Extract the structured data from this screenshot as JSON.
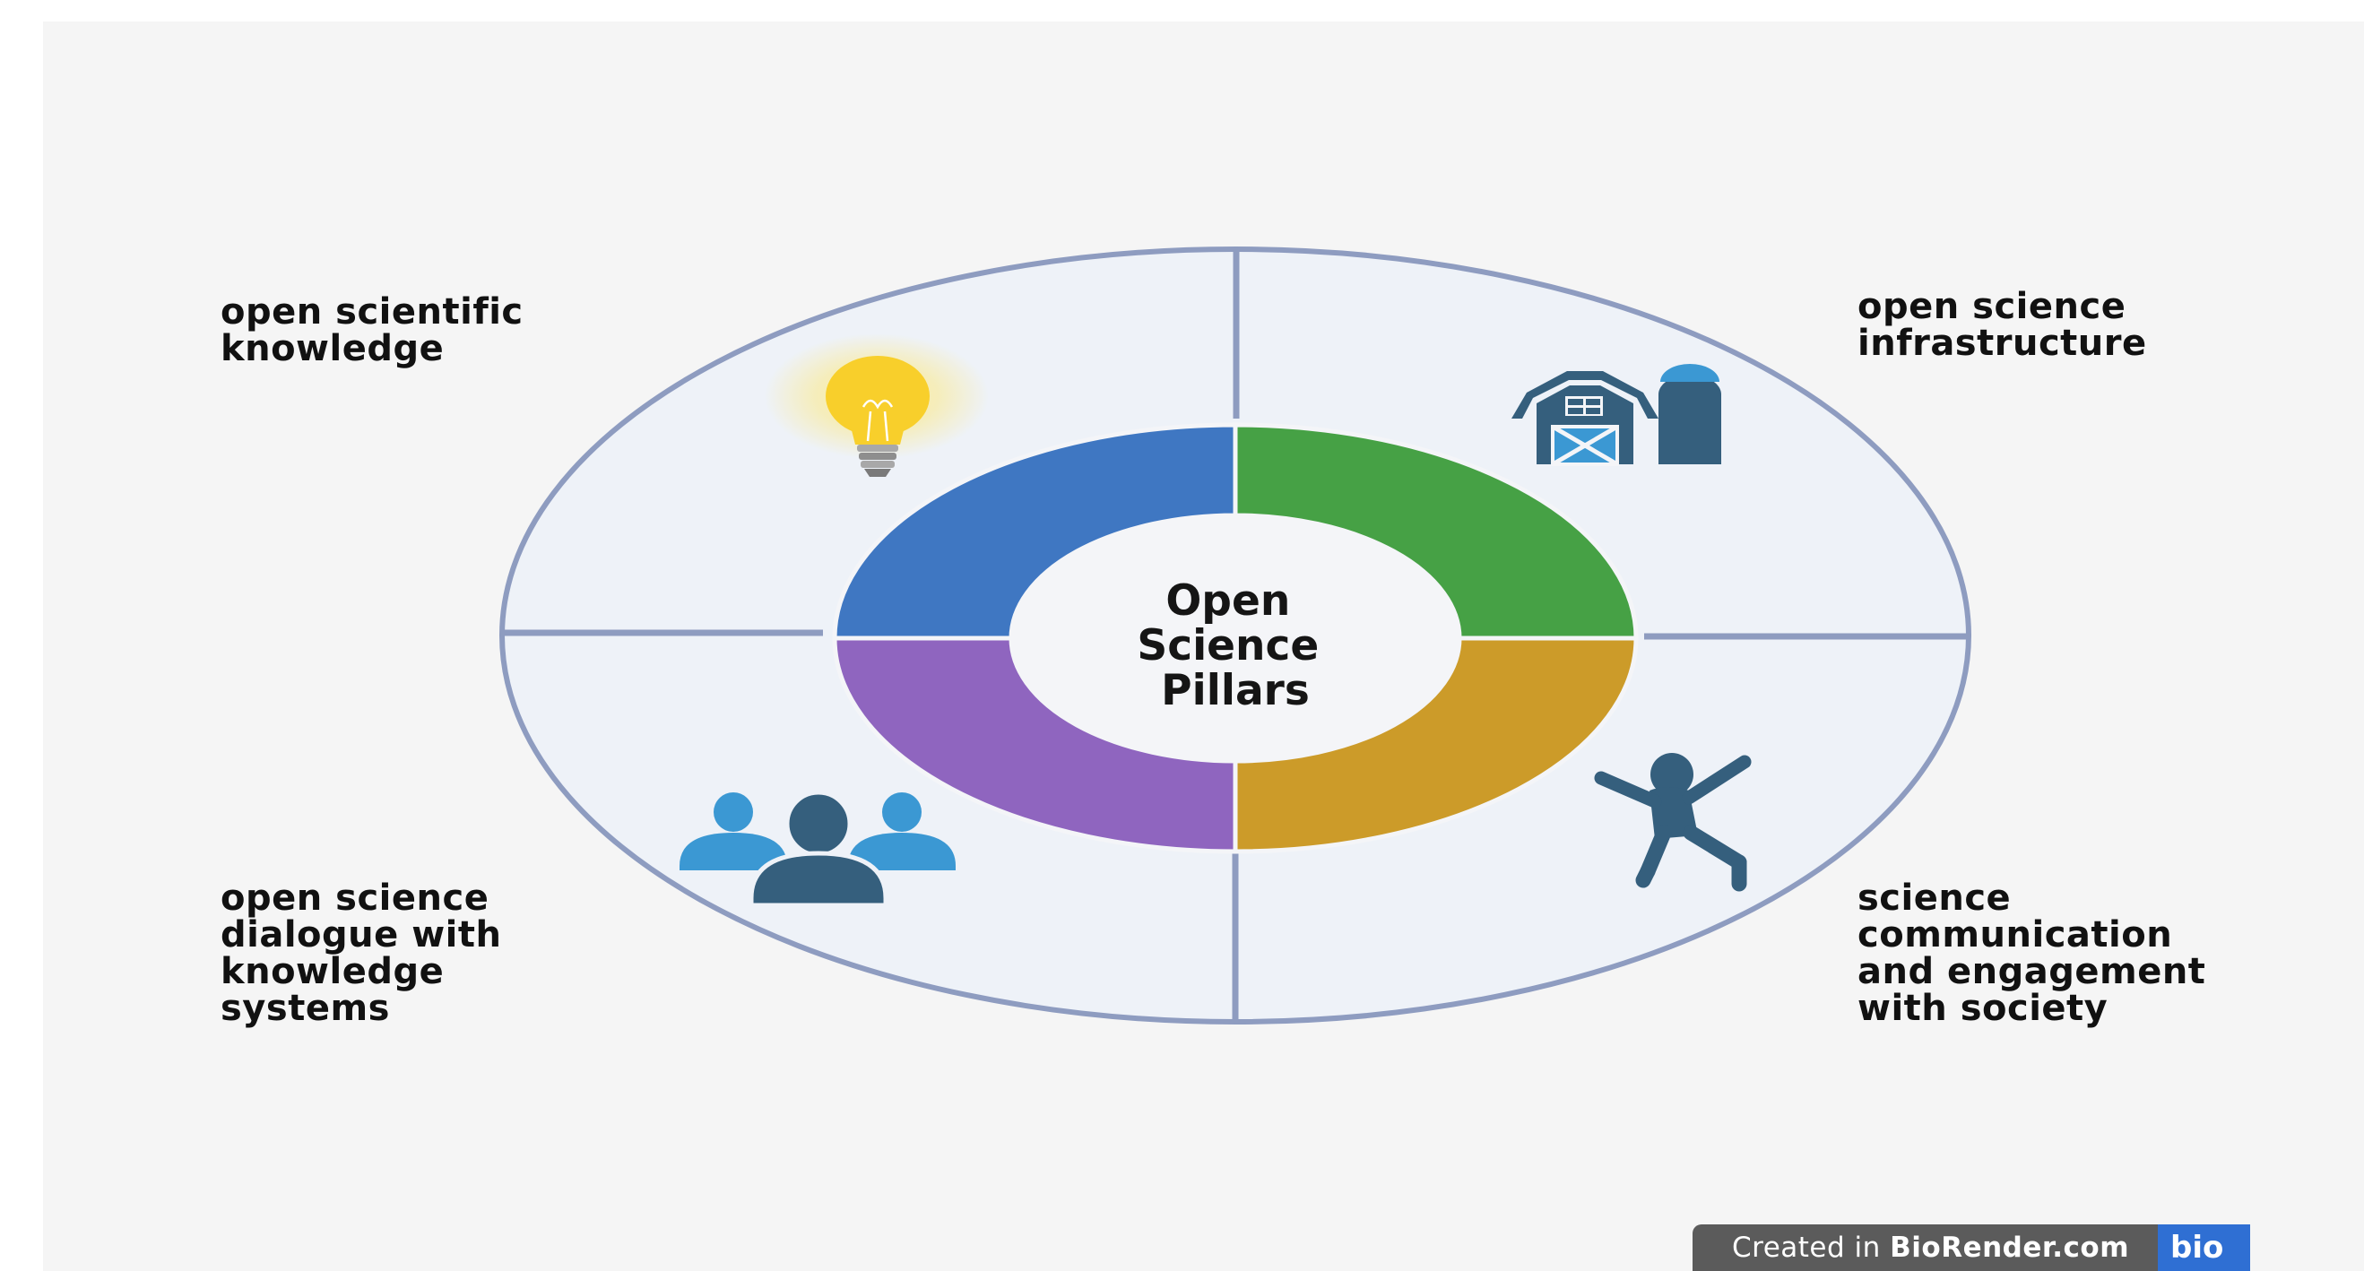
{
  "center": {
    "title_lines": [
      "Open",
      "Science",
      "Pillars"
    ]
  },
  "pillars": [
    {
      "label": "open scientific\nknowledge",
      "color": "#3f77c2",
      "icon": "lightbulb-icon"
    },
    {
      "label": "open science\ninfrastructure",
      "color": "#46a145",
      "icon": "barn-silo-icon"
    },
    {
      "label": "science\ncommunication\nand engagement\nwith society",
      "color": "#cc9b29",
      "icon": "cheering-person-icon"
    },
    {
      "label": "open science\ndialogue with\nknowledge\nsystems",
      "color": "#8f65bf",
      "icon": "people-group-icon"
    }
  ],
  "colors": {
    "outer_fill": "#eef2f8",
    "outer_stroke": "#8e9cc0",
    "icon_dark": "#355f7d",
    "icon_blue": "#3b98d3",
    "bulb_yellow": "#f8cf2b"
  },
  "watermark": {
    "prefix": "Created in ",
    "brand": "BioRender.com",
    "logo": "bio"
  }
}
